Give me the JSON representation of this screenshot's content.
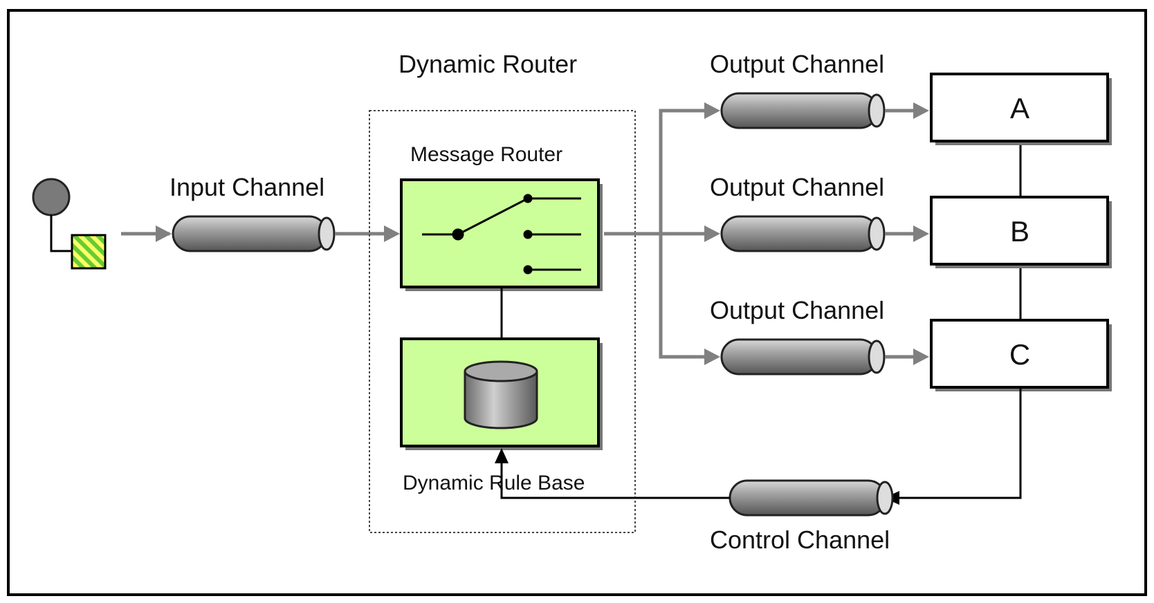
{
  "labels": {
    "dynamic_router": "Dynamic Router",
    "message_router": "Message Router",
    "dynamic_rule_base": "Dynamic Rule Base",
    "input_channel": "Input Channel",
    "output_channels": [
      "Output Channel",
      "Output Channel",
      "Output Channel"
    ],
    "control_channel": "Control Channel"
  },
  "destinations": [
    "A",
    "B",
    "C"
  ],
  "colors": {
    "component_fill": "#ccff99",
    "channel_gray": "#8a8a8a",
    "arrow_gray": "#808080",
    "message_stripe": "#66cc33"
  },
  "icons": {
    "sender": "sender-circle-icon",
    "message": "message-icon",
    "router": "switch-icon",
    "rule_base": "database-icon"
  }
}
